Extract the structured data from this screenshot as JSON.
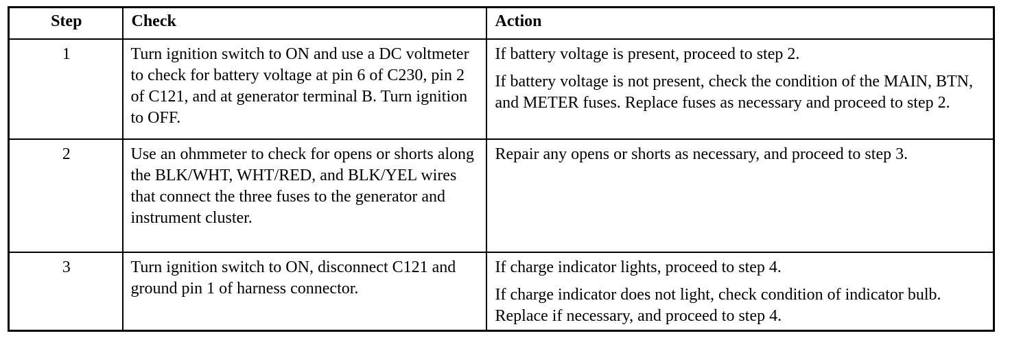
{
  "table": {
    "headers": {
      "step": "Step",
      "check": "Check",
      "action": "Action"
    },
    "rows": [
      {
        "step": "1",
        "check": "Turn ignition switch to ON and use a DC voltmeter to check for battery voltage at pin 6 of C230, pin 2 of C121, and at generator terminal B. Turn ignition to OFF.",
        "actions": [
          "If battery voltage is present, proceed to step 2.",
          "If battery voltage is not present, check the condition of the MAIN, BTN, and METER fuses. Replace fuses as necessary and proceed to step 2."
        ]
      },
      {
        "step": "2",
        "check": "Use an ohmmeter to check for opens or shorts along the BLK/WHT, WHT/RED, and BLK/YEL wires that connect the three fuses to the generator and instrument cluster.",
        "actions": [
          "Repair any opens or shorts as necessary, and proceed to step 3."
        ]
      },
      {
        "step": "3",
        "check": "Turn ignition switch to ON, disconnect C121 and ground pin 1 of harness connector.",
        "actions": [
          "If charge indicator lights, proceed to step 4.",
          "If charge indicator does not light, check condition of indicator bulb. Replace if necessary, and proceed to step 4."
        ]
      }
    ]
  }
}
